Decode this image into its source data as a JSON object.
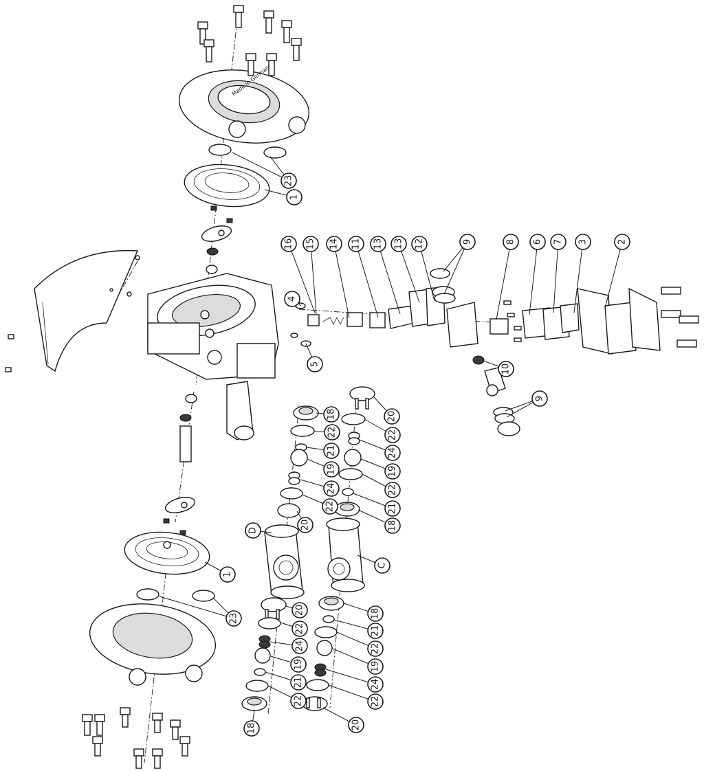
{
  "callouts": [
    {
      "label": "23",
      "part": "port-gasket"
    },
    {
      "label": "1",
      "part": "diaphragm"
    },
    {
      "label": "16",
      "part": "pin"
    },
    {
      "label": "15",
      "part": "sleeve"
    },
    {
      "label": "14",
      "part": "spring"
    },
    {
      "label": "11",
      "part": "valve-carrier"
    },
    {
      "label": "13",
      "part": "gasket"
    },
    {
      "label": "13",
      "part": "gasket"
    },
    {
      "label": "12",
      "part": "plate-gasket"
    },
    {
      "label": "9",
      "part": "o-ring"
    },
    {
      "label": "8",
      "part": "valve-spool"
    },
    {
      "label": "6",
      "part": "gasket"
    },
    {
      "label": "7",
      "part": "gasket"
    },
    {
      "label": "3",
      "part": "plate"
    },
    {
      "label": "2",
      "part": "clip"
    },
    {
      "label": "4",
      "part": "washer"
    },
    {
      "label": "5",
      "part": "washer"
    },
    {
      "label": "10",
      "part": "shaft-seal"
    },
    {
      "label": "9",
      "part": "o-ring"
    },
    {
      "label": "18",
      "part": "valve-seat"
    },
    {
      "label": "22",
      "part": "o-ring"
    },
    {
      "label": "21",
      "part": "o-ring"
    },
    {
      "label": "19",
      "part": "check-ball"
    },
    {
      "label": "24",
      "part": "spring"
    },
    {
      "label": "22",
      "part": "o-ring"
    },
    {
      "label": "20",
      "part": "ball-cage"
    },
    {
      "label": "20",
      "part": "ball-cage"
    },
    {
      "label": "22",
      "part": "o-ring"
    },
    {
      "label": "24",
      "part": "spring"
    },
    {
      "label": "19",
      "part": "check-ball"
    },
    {
      "label": "22",
      "part": "o-ring"
    },
    {
      "label": "21",
      "part": "o-ring"
    },
    {
      "label": "18",
      "part": "valve-seat"
    },
    {
      "label": "D",
      "part": "manifold"
    },
    {
      "label": "C",
      "part": "manifold"
    },
    {
      "label": "1",
      "part": "diaphragm"
    },
    {
      "label": "23",
      "part": "port-gasket"
    },
    {
      "label": "20",
      "part": "ball-cage"
    },
    {
      "label": "22",
      "part": "o-ring"
    },
    {
      "label": "24",
      "part": "spring"
    },
    {
      "label": "19",
      "part": "check-ball"
    },
    {
      "label": "21",
      "part": "o-ring"
    },
    {
      "label": "22",
      "part": "o-ring"
    },
    {
      "label": "18",
      "part": "valve-seat"
    },
    {
      "label": "18",
      "part": "valve-seat"
    },
    {
      "label": "21",
      "part": "o-ring"
    },
    {
      "label": "22",
      "part": "o-ring"
    },
    {
      "label": "19",
      "part": "check-ball"
    },
    {
      "label": "24",
      "part": "spring"
    },
    {
      "label": "22",
      "part": "o-ring"
    },
    {
      "label": "20",
      "part": "ball-cage"
    }
  ],
  "stamp_text": "Made in Germany"
}
